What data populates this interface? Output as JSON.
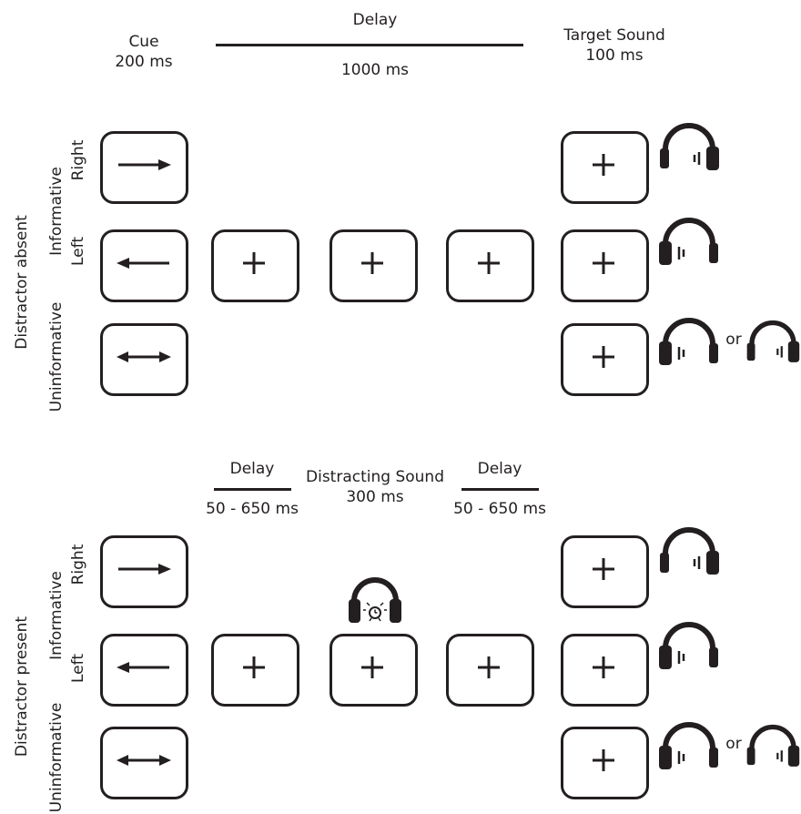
{
  "timeline_top": {
    "cue": {
      "title": "Cue",
      "duration": "200 ms"
    },
    "delay": {
      "title": "Delay",
      "duration": "1000 ms"
    },
    "target": {
      "title": "Target Sound",
      "duration": "100 ms"
    }
  },
  "timeline_bottom": {
    "delay1": {
      "title": "Delay",
      "duration": "50 - 650 ms"
    },
    "distractor": {
      "title": "Distracting Sound",
      "duration": "300 ms"
    },
    "delay2": {
      "title": "Delay",
      "duration": "50 - 650 ms"
    }
  },
  "conditions": {
    "absent": "Distractor absent",
    "present": "Distractor present",
    "informative": "Informative",
    "right": "Right",
    "left": "Left",
    "uninformative": "Uninformative"
  },
  "or_label": "or",
  "icons": {
    "fixation": "plus-cross-icon",
    "cue_right": "right-arrow-icon",
    "cue_left": "left-arrow-icon",
    "cue_both": "double-arrow-icon",
    "headphones_right": "headphones-right-icon",
    "headphones_left": "headphones-left-icon",
    "headphones_alarm": "headphones-alarm-icon"
  },
  "colors": {
    "ink": "#231f20",
    "background": "#ffffff"
  }
}
